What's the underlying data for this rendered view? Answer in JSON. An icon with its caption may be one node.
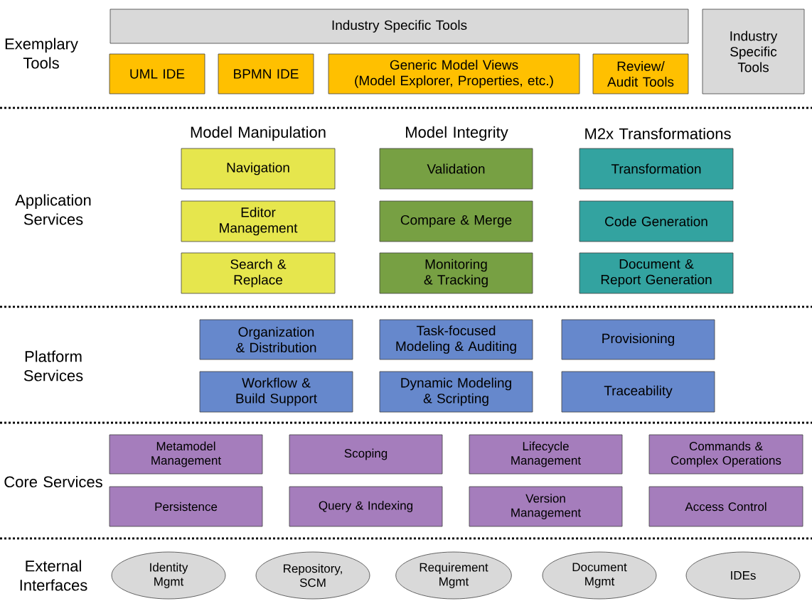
{
  "diagram": {
    "nodes": [
      {
        "text": [
          "Industry Specific Tools"
        ]
      },
      {
        "text": [
          "UML IDE"
        ]
      },
      {
        "text": [
          "BPMN IDE"
        ]
      },
      {
        "text": [
          "Generic Model Views",
          "(Model Explorer, Properties, etc.)"
        ]
      },
      {
        "text": [
          "Review/ Audit Tools"
        ]
      },
      {
        "text": [
          "Industry Specific Tools"
        ]
      },
      {
        "text": [
          "Navigation"
        ]
      },
      {
        "text": [
          "Validation"
        ]
      },
      {
        "text": [
          "Transformation"
        ]
      },
      {
        "text": [
          "Editor Management"
        ]
      },
      {
        "text": [
          "Compare & Merge"
        ]
      },
      {
        "text": [
          "Code Generation"
        ]
      },
      {
        "text": [
          "Search & Replace"
        ]
      },
      {
        "text": [
          "Monitoring & Tracking"
        ]
      },
      {
        "text": [
          "Document & Report Generation"
        ]
      },
      {
        "text": [
          "Organization & Distribution"
        ]
      },
      {
        "text": [
          "Task-focused Modeling & Auditing"
        ]
      },
      {
        "text": [
          "Provisioning"
        ]
      },
      {
        "text": [
          "Workflow & Build Support"
        ]
      },
      {
        "text": [
          "Dynamic Modeling & Scripting"
        ]
      },
      {
        "text": [
          "Traceability"
        ]
      },
      {
        "text": [
          "Metamodel Management"
        ]
      },
      {
        "text": [
          "Scoping"
        ]
      },
      {
        "text": [
          "Lifecycle Management"
        ]
      },
      {
        "text": [
          "Commands & Complex Operations"
        ]
      },
      {
        "text": [
          "Persistence"
        ]
      },
      {
        "text": [
          "Query & Indexing"
        ]
      },
      {
        "text": [
          "Version Management"
        ]
      },
      {
        "text": [
          "Access Control"
        ]
      },
      {
        "text": [
          "Identity Mgmt"
        ]
      },
      {
        "text": [
          "Repository, SCM"
        ]
      },
      {
        "text": [
          "Requirement Mgmt"
        ]
      },
      {
        "text": [
          "Document Mgmt"
        ]
      },
      {
        "text": [
          "IDEs"
        ]
      }
    ],
    "labels": [
      "Exemplary Tools",
      "Model Manipulation",
      "Model Integrity",
      "M2x Transformations",
      "Application Services",
      "Platform Services",
      "Core Services",
      "External Interfaces"
    ]
  }
}
